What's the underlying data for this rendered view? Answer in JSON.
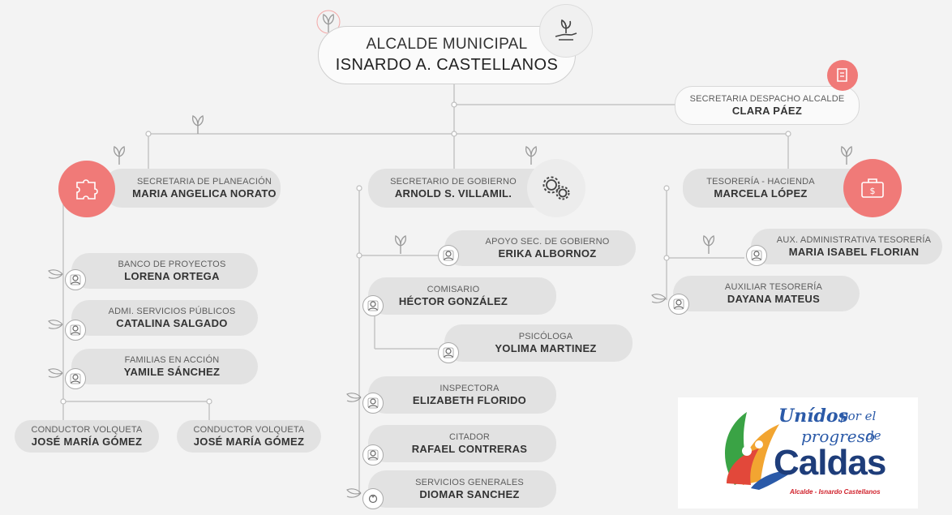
{
  "top": {
    "role": "ALCALDE MUNICIPAL",
    "name": "ISNARDO A. CASTELLANOS"
  },
  "secretaria": {
    "role": "SECRETARIA DESPACHO ALCALDE",
    "name": "CLARA PÁEZ"
  },
  "planeacion": {
    "role": "SECRETARIA DE PLANEACIÓN",
    "name": "MARIA ANGELICA NORATO"
  },
  "gobierno": {
    "role": "SECRETARIO DE GOBIERNO",
    "name": "ARNOLD S. VILLAMIL."
  },
  "tesoreria": {
    "role": "TESORERÍA - HACIENDA",
    "name": "MARCELA LÓPEZ"
  },
  "left_items": [
    {
      "role": "BANCO DE PROYECTOS",
      "name": "LORENA ORTEGA"
    },
    {
      "role": "ADMI. SERVICIOS PÚBLICOS",
      "name": "CATALINA SALGADO"
    },
    {
      "role": "FAMILIAS EN ACCIÓN",
      "name": "YAMILE SÁNCHEZ"
    }
  ],
  "drivers": [
    {
      "role": "CONDUCTOR VOLQUETA",
      "name": "JOSÉ MARÍA GÓMEZ"
    },
    {
      "role": "CONDUCTOR VOLQUETA",
      "name": "JOSÉ MARÍA GÓMEZ"
    }
  ],
  "middle_items": [
    {
      "role": "APOYO SEC. DE GOBIERNO",
      "name": "ERIKA ALBORNOZ"
    },
    {
      "role": "COMISARIO",
      "name": "HÉCTOR GONZÁLEZ"
    },
    {
      "role": "PSICÓLOGA",
      "name": "YOLIMA MARTINEZ"
    },
    {
      "role": "INSPECTORA",
      "name": "ELIZABETH FLORIDO"
    },
    {
      "role": "CITADOR",
      "name": "RAFAEL CONTRERAS"
    },
    {
      "role": "SERVICIOS GENERALES",
      "name": "DIOMAR SANCHEZ"
    }
  ],
  "right_items": [
    {
      "role": "AUX. ADMINISTRATIVA TESORERÍA",
      "name": "MARIA ISABEL FLORIAN"
    },
    {
      "role": "AUXILIAR TESORERÍA",
      "name": "DAYANA MATEUS"
    }
  ],
  "logo": {
    "line1": "Unídos",
    "line2": "por el",
    "line3": "progreso",
    "line4": "de",
    "line5": "Caldas",
    "line6": "Alcalde - Isnardo Castellanos"
  },
  "colors": {
    "accent_pink": "#f07a78",
    "line": "#bdbdbd",
    "box": "#e2e2e2"
  },
  "icons": [
    "sprout-icon",
    "hand-plant-icon",
    "document-icon",
    "puzzle-icon",
    "gears-icon",
    "money-briefcase-icon",
    "person-icon",
    "leaf-icon"
  ]
}
